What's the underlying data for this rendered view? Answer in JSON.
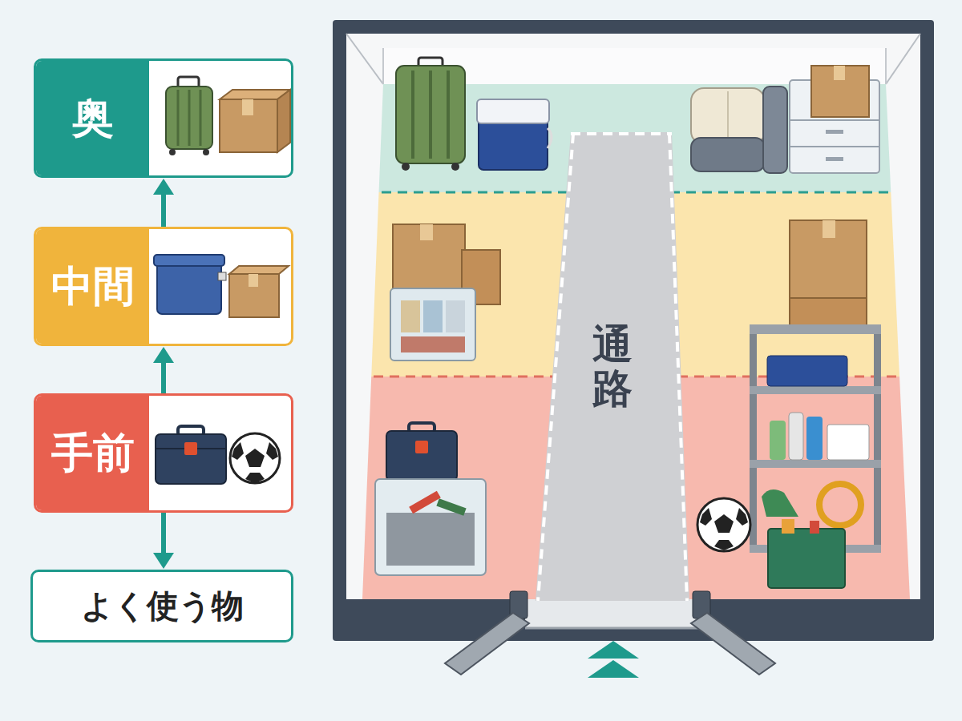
{
  "diagram": {
    "nodes": [
      {
        "text": [
          "奥"
        ]
      },
      {
        "text": [
          "中間"
        ]
      },
      {
        "text": [
          "手前"
        ]
      },
      {
        "text": [
          "よく使う物"
        ]
      },
      {
        "text": [
          "通路"
        ]
      }
    ],
    "edges": [
      {
        "from": 1,
        "to": 0,
        "arrow": "to"
      },
      {
        "from": 2,
        "to": 1,
        "arrow": "to"
      },
      {
        "from": 2,
        "to": 3,
        "arrow": "to"
      }
    ]
  }
}
